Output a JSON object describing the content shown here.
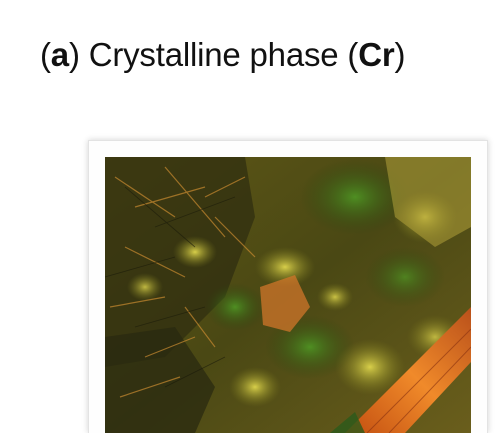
{
  "caption": {
    "open_paren": "(",
    "label": "a",
    "mid": ") Crystalline phase (",
    "abbr": "Cr",
    "close_paren": ")"
  },
  "figure": {
    "subject": "polarized optical micrograph",
    "colors": {
      "olive": "#7a7a1e",
      "dark": "#262510",
      "green": "#3f7a1c",
      "yellow": "#c8c03a",
      "orange": "#e0701e"
    }
  }
}
